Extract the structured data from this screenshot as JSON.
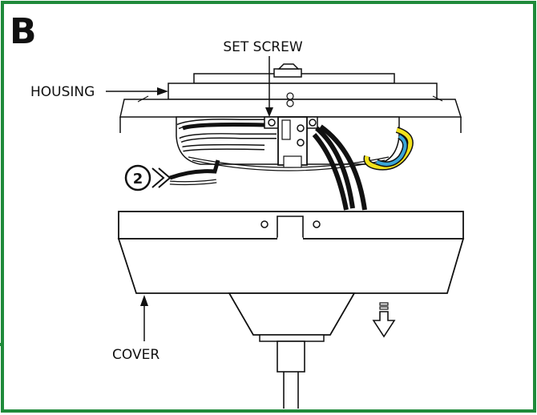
{
  "panel": {
    "letter": "B",
    "border_color": "#1f8a3a"
  },
  "labels": {
    "set_screw": "SET SCREW",
    "housing": "HOUSING",
    "cover": "COVER"
  },
  "step": {
    "number": "2"
  },
  "wire_colors": {
    "yellow": "#f2e21b",
    "blue": "#3aa6d8",
    "black": "#111111",
    "white": "#ffffff"
  }
}
